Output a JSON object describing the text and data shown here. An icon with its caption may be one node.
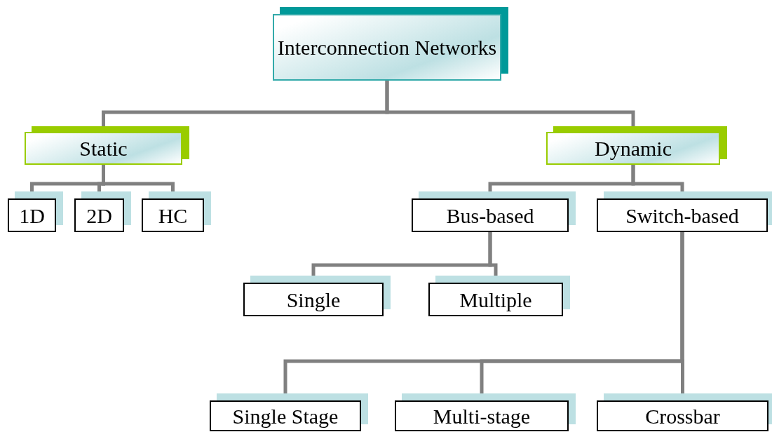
{
  "diagram": {
    "nodes": [
      {
        "text": [
          "Interconnection Networks"
        ]
      },
      {
        "text": [
          "Static"
        ]
      },
      {
        "text": [
          "Dynamic"
        ]
      },
      {
        "text": [
          "1D"
        ]
      },
      {
        "text": [
          "2D"
        ]
      },
      {
        "text": [
          "HC"
        ]
      },
      {
        "text": [
          "Bus-based"
        ]
      },
      {
        "text": [
          "Switch-based"
        ]
      },
      {
        "text": [
          "Single"
        ]
      },
      {
        "text": [
          "Multiple"
        ]
      },
      {
        "text": [
          "Single Stage"
        ]
      },
      {
        "text": [
          "Multi-stage"
        ]
      },
      {
        "text": [
          "Crossbar"
        ]
      }
    ],
    "edges": [
      {
        "from": 0,
        "to": 1,
        "arrow": "none"
      },
      {
        "from": 0,
        "to": 2,
        "arrow": "none"
      },
      {
        "from": 1,
        "to": 3,
        "arrow": "none"
      },
      {
        "from": 1,
        "to": 4,
        "arrow": "none"
      },
      {
        "from": 1,
        "to": 5,
        "arrow": "none"
      },
      {
        "from": 2,
        "to": 6,
        "arrow": "none"
      },
      {
        "from": 2,
        "to": 7,
        "arrow": "none"
      },
      {
        "from": 6,
        "to": 8,
        "arrow": "none"
      },
      {
        "from": 6,
        "to": 9,
        "arrow": "none"
      },
      {
        "from": 7,
        "to": 10,
        "arrow": "none"
      },
      {
        "from": 7,
        "to": 11,
        "arrow": "none"
      },
      {
        "from": 7,
        "to": 12,
        "arrow": "none"
      }
    ]
  }
}
